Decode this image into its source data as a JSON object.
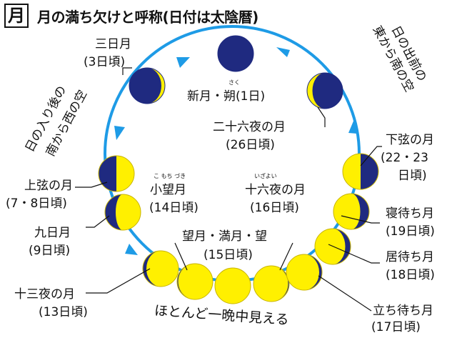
{
  "header": {
    "badge": "月",
    "title": "月の満ち欠けと呼称(日付は太陰暦)"
  },
  "directions": {
    "rise": [
      "日の出前の",
      "東から南の空"
    ],
    "set": [
      "日の入り後の",
      "南から西の空"
    ],
    "bottom": "ほとんど一晩中見える"
  },
  "phases": [
    {
      "key": "new",
      "name": "新月・朔(1日)",
      "ruby": "さく",
      "lit": 0,
      "waxing": true
    },
    {
      "key": "mikazuki",
      "name": "三日月",
      "day": "(3日頃)",
      "lit": 0.1,
      "waxing": true
    },
    {
      "key": "jogen",
      "name": "上弦の月",
      "day": "(7・8日頃)",
      "lit": 0.5,
      "waxing": true
    },
    {
      "key": "kokonoka",
      "name": "九日月",
      "day": "(9日頃)",
      "lit": 0.7,
      "waxing": true
    },
    {
      "key": "jusanya",
      "name": "十三夜の月",
      "day": "(13日頃)",
      "lit": 0.9,
      "waxing": true
    },
    {
      "key": "komochizuki",
      "name": "小望月",
      "day": "(14日頃)",
      "ruby": "こ もち づき",
      "lit": 0.97,
      "waxing": true
    },
    {
      "key": "mochizuki",
      "name": "望月・満月・望",
      "day": "(15日頃)",
      "lit": 1,
      "waxing": true
    },
    {
      "key": "izayoi",
      "name": "十六夜の月",
      "day": "(16日頃)",
      "ruby": "いざよい",
      "lit": 0.97,
      "waxing": false
    },
    {
      "key": "tachimachi",
      "name": "立ち待ち月",
      "day": "(17日頃)",
      "lit": 0.92,
      "waxing": false
    },
    {
      "key": "imachi",
      "name": "居待ち月",
      "day": "(18日頃)",
      "lit": 0.85,
      "waxing": false
    },
    {
      "key": "nemachi",
      "name": "寝待ち月",
      "day": "(19日頃)",
      "lit": 0.75,
      "waxing": false
    },
    {
      "key": "kagen",
      "name": "下弦の月",
      "day": "(22・23",
      "day2": "日頃)",
      "lit": 0.5,
      "waxing": false
    },
    {
      "key": "nijurokuya",
      "name": "二十六夜の月",
      "day": "(26日頃)",
      "lit": 0.15,
      "waxing": false
    }
  ],
  "colors": {
    "ring": "#1e9be6",
    "lit": "#fff000",
    "dark": "#1f2a80",
    "outline": "#c8b400",
    "text": "#111111"
  }
}
